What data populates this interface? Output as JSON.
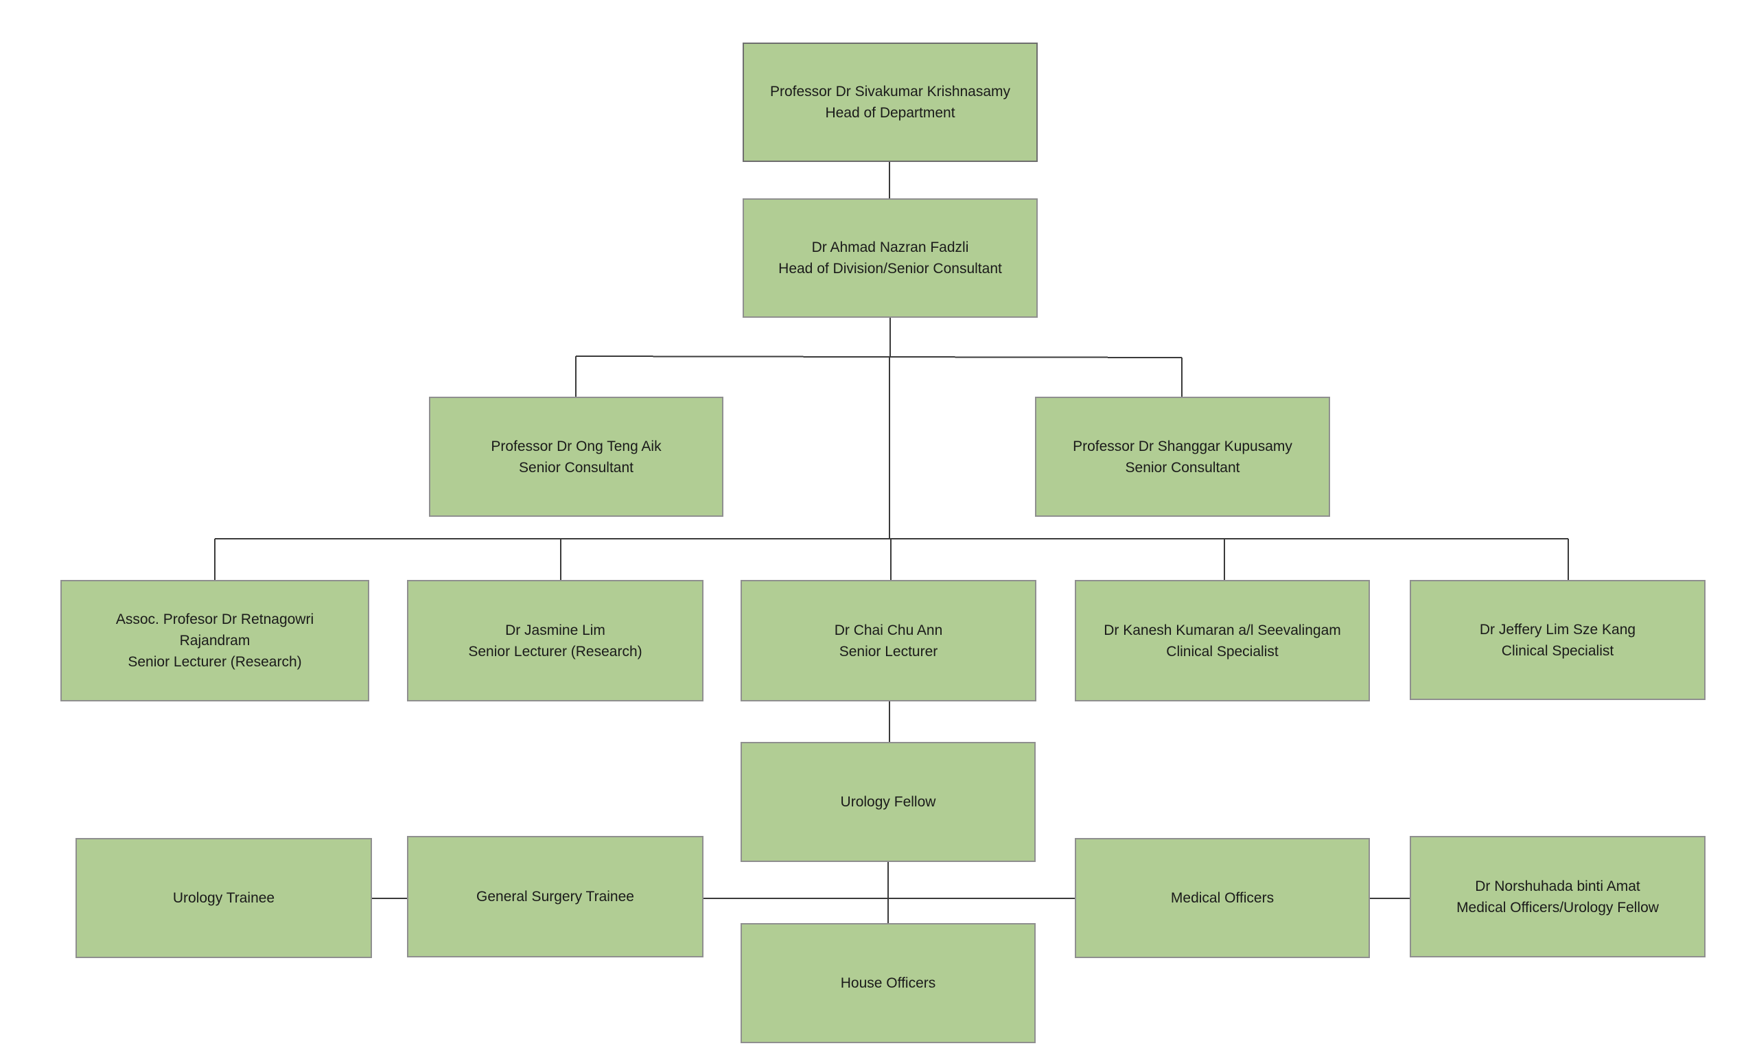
{
  "org_chart": {
    "nodes": {
      "hod": {
        "lines": [
          "Professor Dr Sivakumar Krishnasamy",
          "Head of Department"
        ]
      },
      "head_division": {
        "lines": [
          "Dr Ahmad Nazran Fadzli",
          "Head of Division/Senior Consultant"
        ]
      },
      "ong": {
        "lines": [
          "Professor Dr Ong Teng Aik",
          "Senior Consultant"
        ]
      },
      "shanggar": {
        "lines": [
          "Professor Dr Shanggar Kupusamy",
          "Senior Consultant"
        ]
      },
      "retnagowri": {
        "lines": [
          "Assoc. Profesor Dr  Retnagowri",
          "Rajandram",
          "Senior Lecturer (Research)"
        ]
      },
      "jasmine": {
        "lines": [
          "Dr Jasmine Lim",
          "Senior Lecturer (Research)"
        ]
      },
      "chai": {
        "lines": [
          "Dr Chai Chu Ann",
          "Senior Lecturer"
        ]
      },
      "kanesh": {
        "lines": [
          "Dr Kanesh Kumaran a/l Seevalingam",
          "Clinical Specialist"
        ]
      },
      "jeffery": {
        "lines": [
          "Dr Jeffery Lim Sze Kang",
          "Clinical Specialist"
        ]
      },
      "urology_fellow": {
        "lines": [
          "Urology Fellow"
        ]
      },
      "urology_trainee": {
        "lines": [
          "Urology Trainee"
        ]
      },
      "general_surgery_trainee": {
        "lines": [
          "General Surgery Trainee"
        ]
      },
      "medical_officers": {
        "lines": [
          "Medical Officers"
        ]
      },
      "norshuhada": {
        "lines": [
          "Dr Norshuhada binti Amat",
          "Medical Officers/Urology Fellow"
        ]
      },
      "house_officers": {
        "lines": [
          "House Officers"
        ]
      }
    }
  }
}
